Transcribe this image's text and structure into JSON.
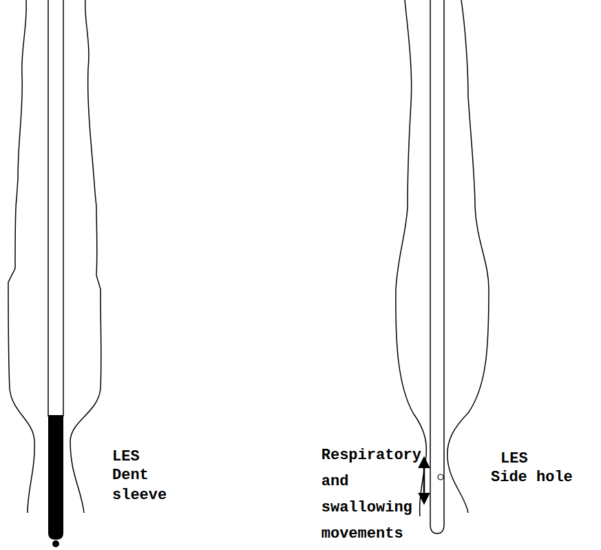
{
  "diagram": {
    "labels": [
      "LES",
      "Dent sleeve",
      "Respiratory and swallowing movements",
      "LES",
      "Side hole"
    ]
  }
}
